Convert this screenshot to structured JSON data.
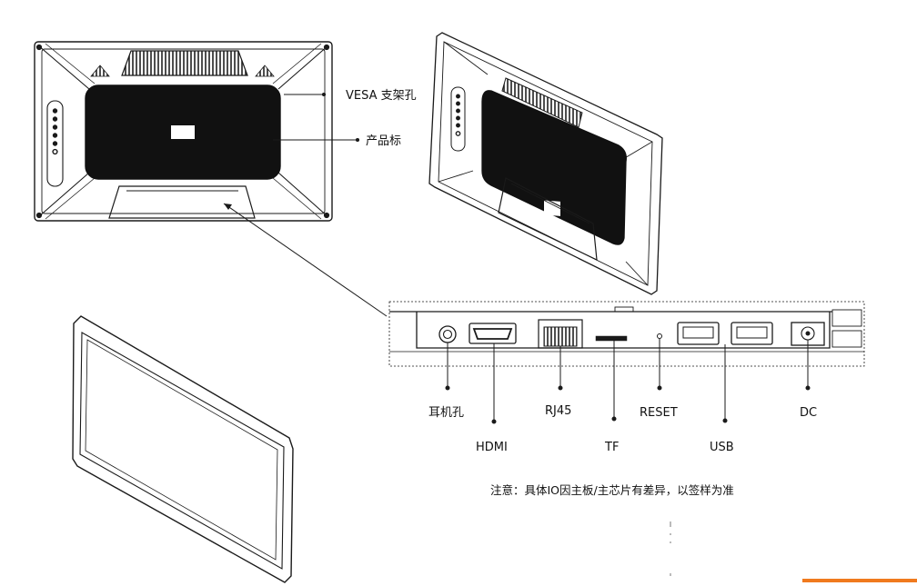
{
  "callouts": {
    "vesa": "VESA  支架孔",
    "product_label": "产品标"
  },
  "ports": {
    "earphone": "耳机孔",
    "hdmi": "HDMI",
    "rj45": "RJ45",
    "tf": "TF",
    "reset": "RESET",
    "usb": "USB",
    "dc": "DC"
  },
  "note": "注意：具体IO因主板/主芯片有差异，以签样为准",
  "colors": {
    "accent": "#f07a1e",
    "line": "#1a1a1a",
    "panel": "#111111"
  }
}
